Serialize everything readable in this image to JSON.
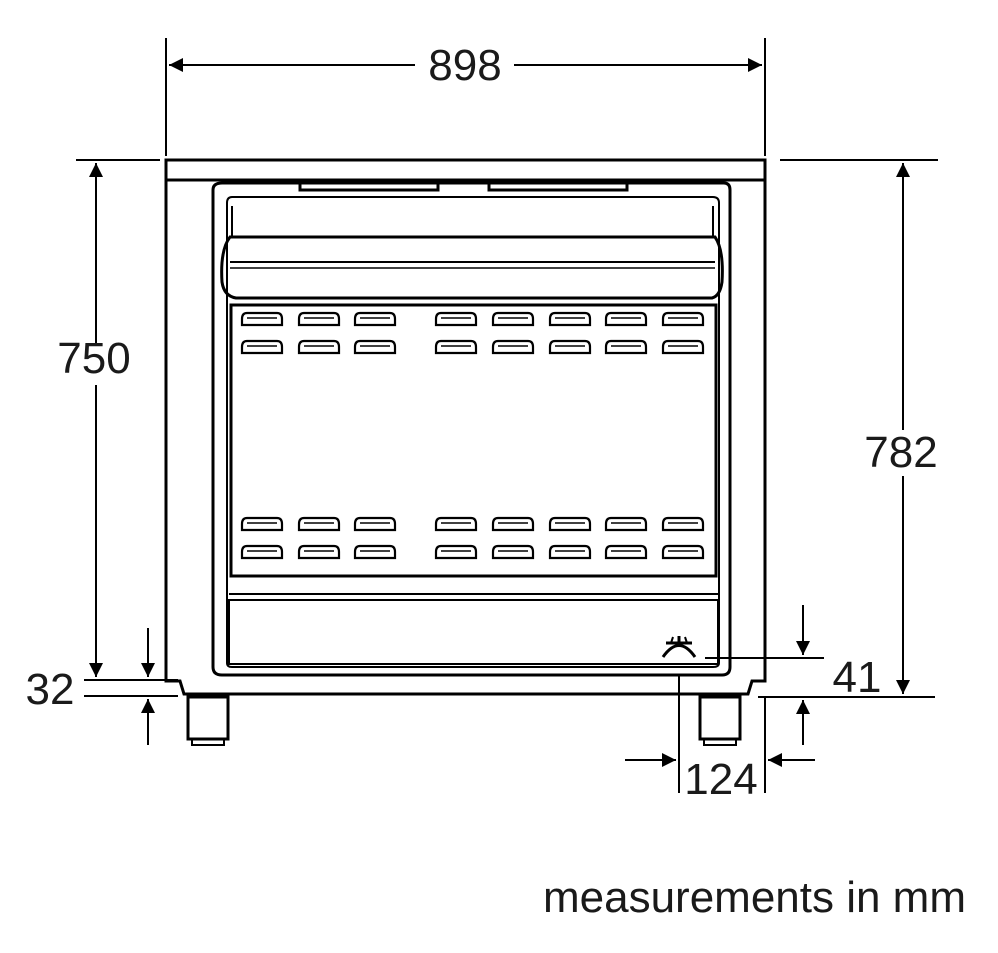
{
  "dimensions": {
    "width_total": "898",
    "height_hob": "750",
    "height_total": "782",
    "foot_height": "32",
    "gas_connection_height": "41",
    "gas_connection_offset": "124"
  },
  "caption": "measurements in mm",
  "colors": {
    "line": "#000000",
    "background": "#ffffff"
  }
}
